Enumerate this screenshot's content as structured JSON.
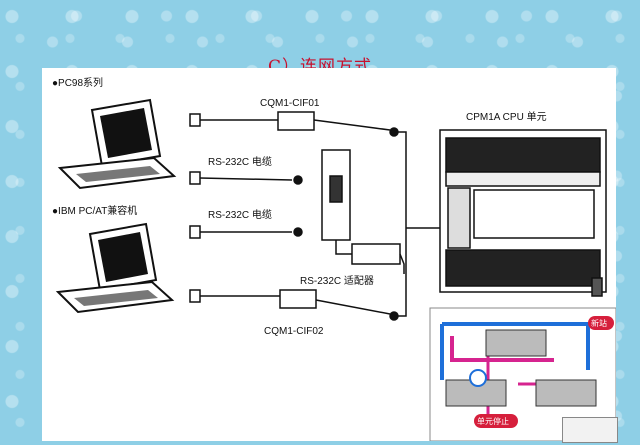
{
  "title": "C）连网方式",
  "labels": {
    "pc98": "●PC98系列",
    "ibm": "●IBM PC/AT兼容机",
    "cif01": "CQM1-CIF01",
    "rs232_a": "RS-232C 电缆",
    "rs232_b": "RS-232C 电缆",
    "adapter": "RS-232C 适配器",
    "cif02": "CQM1-CIF02",
    "cpu": "CPM1A CPU 单元"
  },
  "inset": {
    "badge_top": "新站",
    "badge_bottom": "单元停止"
  },
  "colors": {
    "background": "#8ecfe6",
    "title": "#c8102e",
    "inset_blue": "#1e6fd9",
    "inset_magenta": "#d6248f",
    "badge_red": "#d61f3c"
  }
}
